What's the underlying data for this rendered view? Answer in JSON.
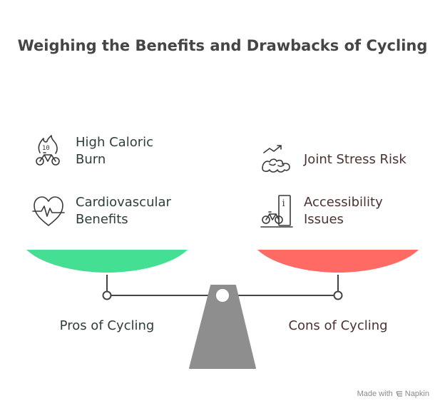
{
  "title": "Weighing the Benefits and Drawbacks of Cycling",
  "pros": {
    "label": "Pros of Cycling",
    "color": "#45df94",
    "items": [
      {
        "text": "High Caloric\nBurn",
        "icon": "calorie-flame-bike-icon"
      },
      {
        "text": "Cardiovascular\nBenefits",
        "icon": "heart-pulse-icon"
      }
    ]
  },
  "cons": {
    "label": "Cons of Cycling",
    "color": "#ff6b64",
    "items": [
      {
        "text": "Joint Stress Risk",
        "icon": "joint-stress-icon"
      },
      {
        "text": "Accessibility\nIssues",
        "icon": "bike-info-sign-icon"
      }
    ]
  },
  "footer": {
    "prefix": "Made with",
    "brand": "Napkin"
  }
}
